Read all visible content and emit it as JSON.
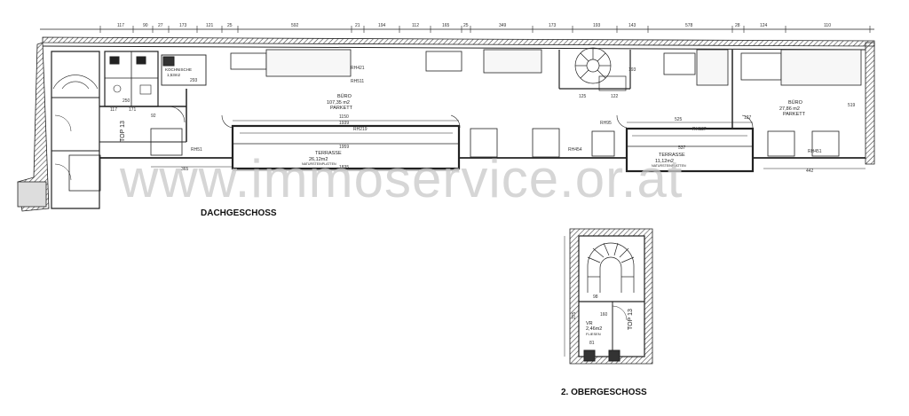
{
  "watermark": "www.immoservice.or.at",
  "dachgeschoss": {
    "title": "DACHGESCHOSS",
    "top_dimensions": [
      "117",
      "90",
      "27",
      "173",
      "121",
      "25",
      "592",
      "21",
      "194",
      "112",
      "165",
      "25",
      "349",
      "173",
      "193",
      "143",
      "578",
      "28",
      "124",
      "110"
    ],
    "office_large": {
      "name": "BÜRO",
      "area": "107,35 m2",
      "floor": "PARKETT"
    },
    "office_small": {
      "name": "BÜRO",
      "area": "27,86 m2",
      "floor": "PARKETT"
    },
    "kitchen": {
      "name": "KOCHNISCHE",
      "area": "1,53m2"
    },
    "terrace_left": {
      "name": "TERRASSE",
      "area": "26,12m2",
      "floor": "NATURSTEINPLATTEN"
    },
    "terrace_right": {
      "name": "TERRASSE",
      "area": "11,12m2",
      "floor": "NATURSTEINPLATTEN"
    },
    "stair_label": "TOP 13",
    "dims": {
      "d1959": "1959",
      "d1939": "1939",
      "d1835": "1835",
      "d1150": "1150",
      "d525": "525",
      "d537": "537",
      "d365": "365",
      "d442": "442",
      "d519": "519",
      "d293": "293",
      "d250": "250",
      "d125": "125",
      "d122": "122",
      "d193": "193",
      "d127": "127",
      "d92": "92",
      "d117": "117",
      "d171": "171",
      "rh219": "RH219",
      "rh511": "RH511",
      "rh421": "RH421",
      "rh187": "RH187",
      "rh51": "RH51",
      "rh454": "RH454",
      "rh451": "RH451",
      "rh95": "RH95"
    }
  },
  "obergeschoss": {
    "title": "2. OBERGESCHOSS",
    "room": {
      "name": "VR",
      "area": "2,46m2",
      "floor": "FLIESEN"
    },
    "stair_label": "TOP 13",
    "dims": {
      "d275": "275",
      "d98": "98",
      "d81": "81",
      "d160": "160"
    }
  }
}
